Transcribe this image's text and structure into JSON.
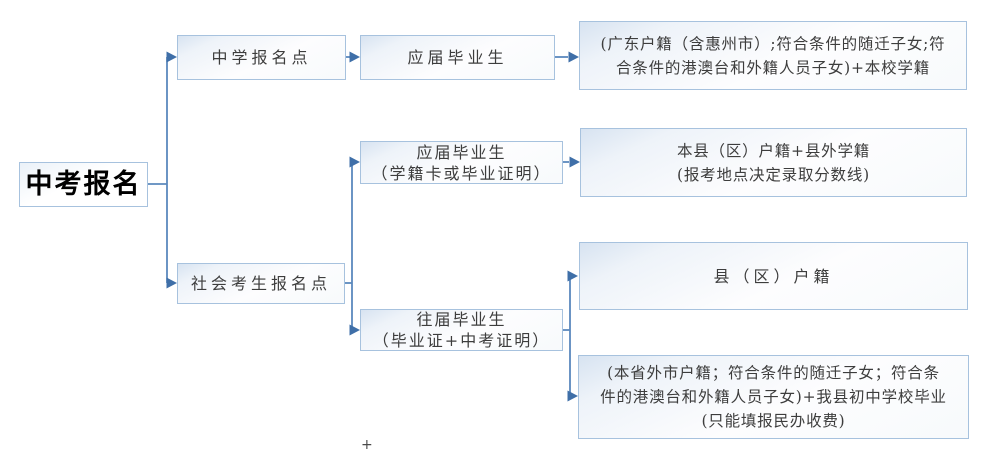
{
  "diagram": {
    "title_node": {
      "label": "中考报名"
    },
    "nodes": {
      "school_site": {
        "label": "中学报名点"
      },
      "school_current_grad": {
        "label": "应届毕业生"
      },
      "school_result": {
        "lines": [
          "(广东户籍（含惠州市）;符合条件的随迁子女;符",
          "合条件的港澳台和外籍人员子女)+本校学籍"
        ]
      },
      "social_site": {
        "label": "社会考生报名点"
      },
      "social_current_grad": {
        "lines": [
          "应届毕业生",
          "（学籍卡或毕业证明）"
        ]
      },
      "social_current_result": {
        "lines": [
          "本县（区）户籍+县外学籍",
          "(报考地点决定录取分数线)"
        ]
      },
      "social_former_grad": {
        "lines": [
          "往届毕业生",
          "（毕业证+中考证明）"
        ]
      },
      "former_result_local": {
        "label": "县（区）户籍"
      },
      "former_result_other": {
        "lines": [
          "(本省外市户籍；符合条件的随迁子女；符合条",
          "件的港澳台和外籍人员子女)+我县初中学校毕业",
          "(只能填报民办收费)"
        ]
      }
    },
    "cursor_mark": "+",
    "colors": {
      "border": "#a7c2de",
      "line": "#5b89bd",
      "arrow": "#3f6fa8",
      "fill_top": "#d7e3f1",
      "fill_bottom": "#fdfdfe"
    }
  }
}
